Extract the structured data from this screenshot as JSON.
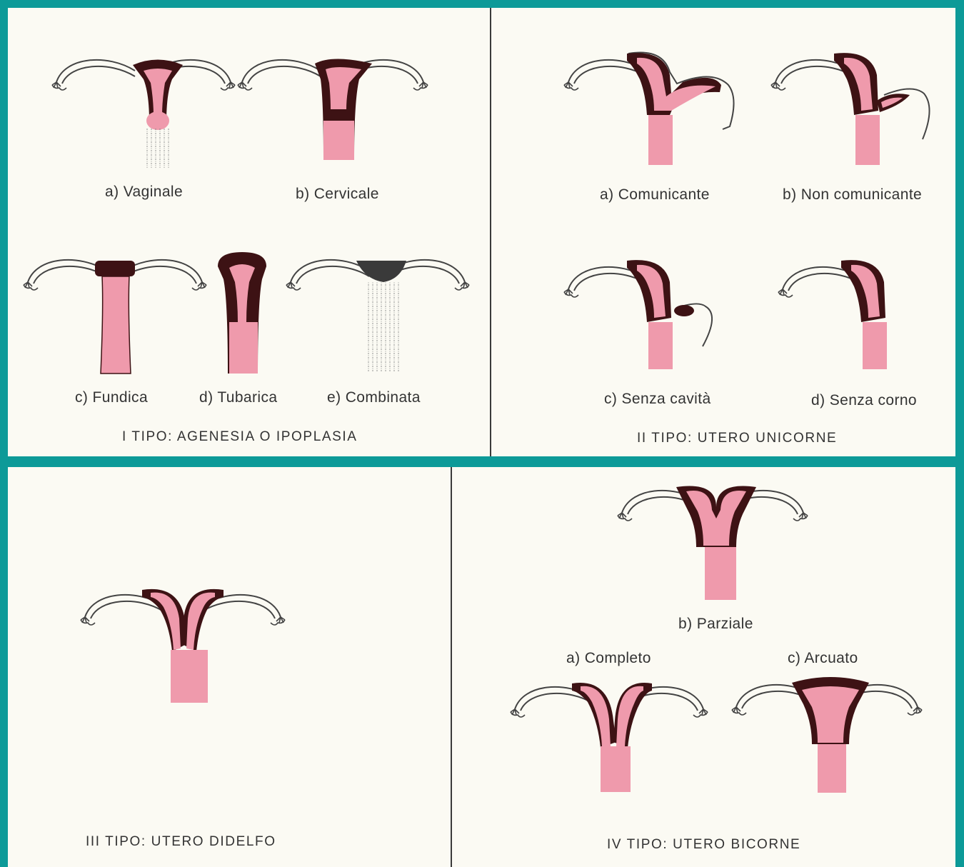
{
  "colors": {
    "frame": "#0d9a98",
    "paper": "#fbfaf3",
    "tissue": "#ef9aac",
    "wall": "#3d1214",
    "outline": "#444444"
  },
  "panel1": {
    "title": "I TIPO: AGENESIA O IPOPLASIA",
    "labels": {
      "a": "a) Vaginale",
      "b": "b) Cervicale",
      "c": "c) Fundica",
      "d": "d) Tubarica",
      "e": "e) Combinata"
    }
  },
  "panel2": {
    "title": "II TIPO: UTERO UNICORNE",
    "labels": {
      "a": "a) Comunicante",
      "b": "b) Non comunicante",
      "c": "c) Senza cavità",
      "d": "d) Senza corno"
    }
  },
  "panel3": {
    "title": "III TIPO: UTERO DIDELFO"
  },
  "panel4": {
    "title": "IV TIPO: UTERO BICORNE",
    "labels": {
      "a": "a) Completo",
      "b": "b) Parziale",
      "c": "c) Arcuato"
    }
  }
}
